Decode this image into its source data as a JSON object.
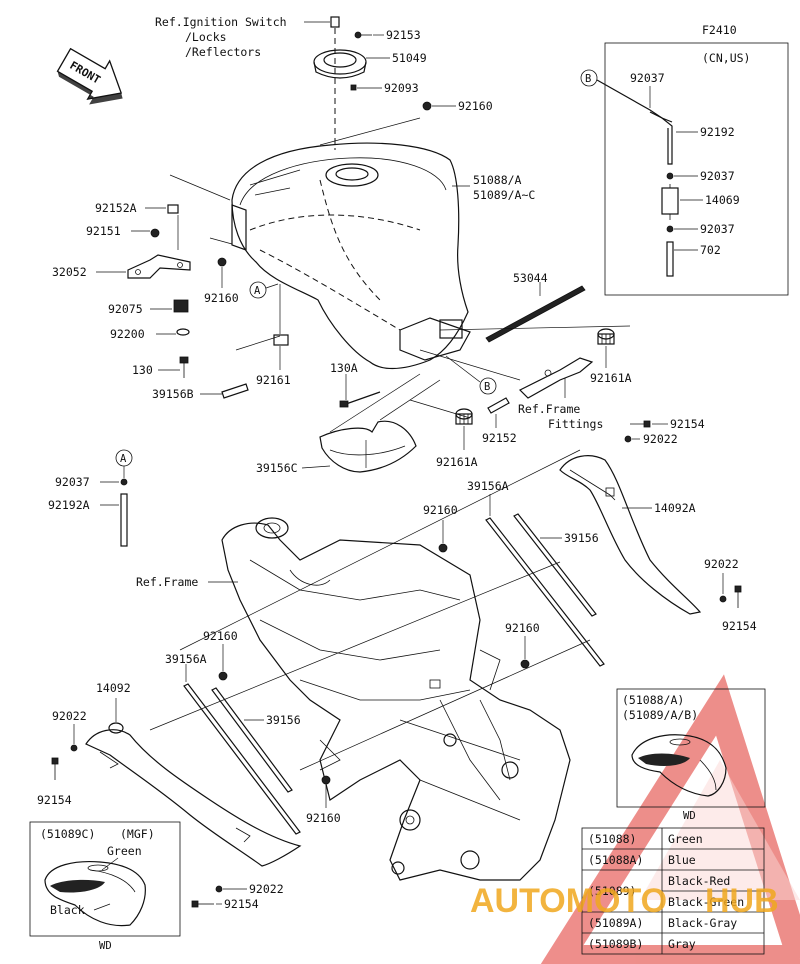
{
  "diagram_code": "F2410",
  "front_label": "FRONT",
  "ref_ignition": [
    "Ref.Ignition Switch",
    "/Locks",
    "/Reflectors"
  ],
  "ref_frame_fittings": [
    "Ref.Frame",
    "Fittings"
  ],
  "ref_frame": "Ref.Frame",
  "inset_cn_us": "(CN,US)",
  "callouts": {
    "a": "A",
    "b": "B"
  },
  "parts": {
    "p92153": "92153",
    "p51049": "51049",
    "p92093": "92093",
    "p92160_top": "92160",
    "p51088": "51088/A",
    "p51089": "51089/A~C",
    "p92152A": "92152A",
    "p92151": "92151",
    "p32052": "32052",
    "p92075": "92075",
    "p92200": "92200",
    "p130": "130",
    "p92160_left": "92160",
    "p92161": "92161",
    "p39156B": "39156B",
    "p130A": "130A",
    "p53044": "53044",
    "p92161A_r": "92161A",
    "p92152": "92152",
    "p92161A_c": "92161A",
    "p39156C": "39156C",
    "p92154_r": "92154",
    "p92022_r": "92022",
    "p92037_a": "92037",
    "p92192A": "92192A",
    "p39156A_r": "39156A",
    "p14092A": "14092A",
    "p92160_mid": "92160",
    "p39156_r": "39156",
    "p92022_r2": "92022",
    "p92154_r2": "92154",
    "p92160_c": "92160",
    "p92160_l2": "92160",
    "p39156A_l": "39156A",
    "p14092": "14092",
    "p39156_l": "39156",
    "p92022_l": "92022",
    "p92154_l": "92154",
    "p92160_bot": "92160",
    "p92022_b": "92022",
    "p92154_b": "92154",
    "i92037_1": "92037",
    "i92192": "92192",
    "i92037_2": "92037",
    "i14069": "14069",
    "i92037_3": "92037",
    "i702": "702"
  },
  "inset_mgf": {
    "model": "(51089C)",
    "tag": "(MGF)",
    "green": "Green",
    "black": "Black",
    "wd": "WD"
  },
  "inset_wd": {
    "line1": "(51088/A)",
    "line2": "(51089/A/B)",
    "wd": "WD"
  },
  "color_table": [
    {
      "code": "(51088)",
      "color": "Green"
    },
    {
      "code": "(51088A)",
      "color": "Blue"
    },
    {
      "code": "(51089)",
      "color": "Black-Red"
    },
    {
      "code": "",
      "color": "Black-Green"
    },
    {
      "code": "(51089A)",
      "color": "Black-Gray"
    },
    {
      "code": "(51089B)",
      "color": "Gray"
    }
  ],
  "watermark": {
    "left": "AUTOMOTO",
    "right": "HUB",
    "color_red": "#e0322b",
    "color_yellow": "#f0a81e"
  }
}
